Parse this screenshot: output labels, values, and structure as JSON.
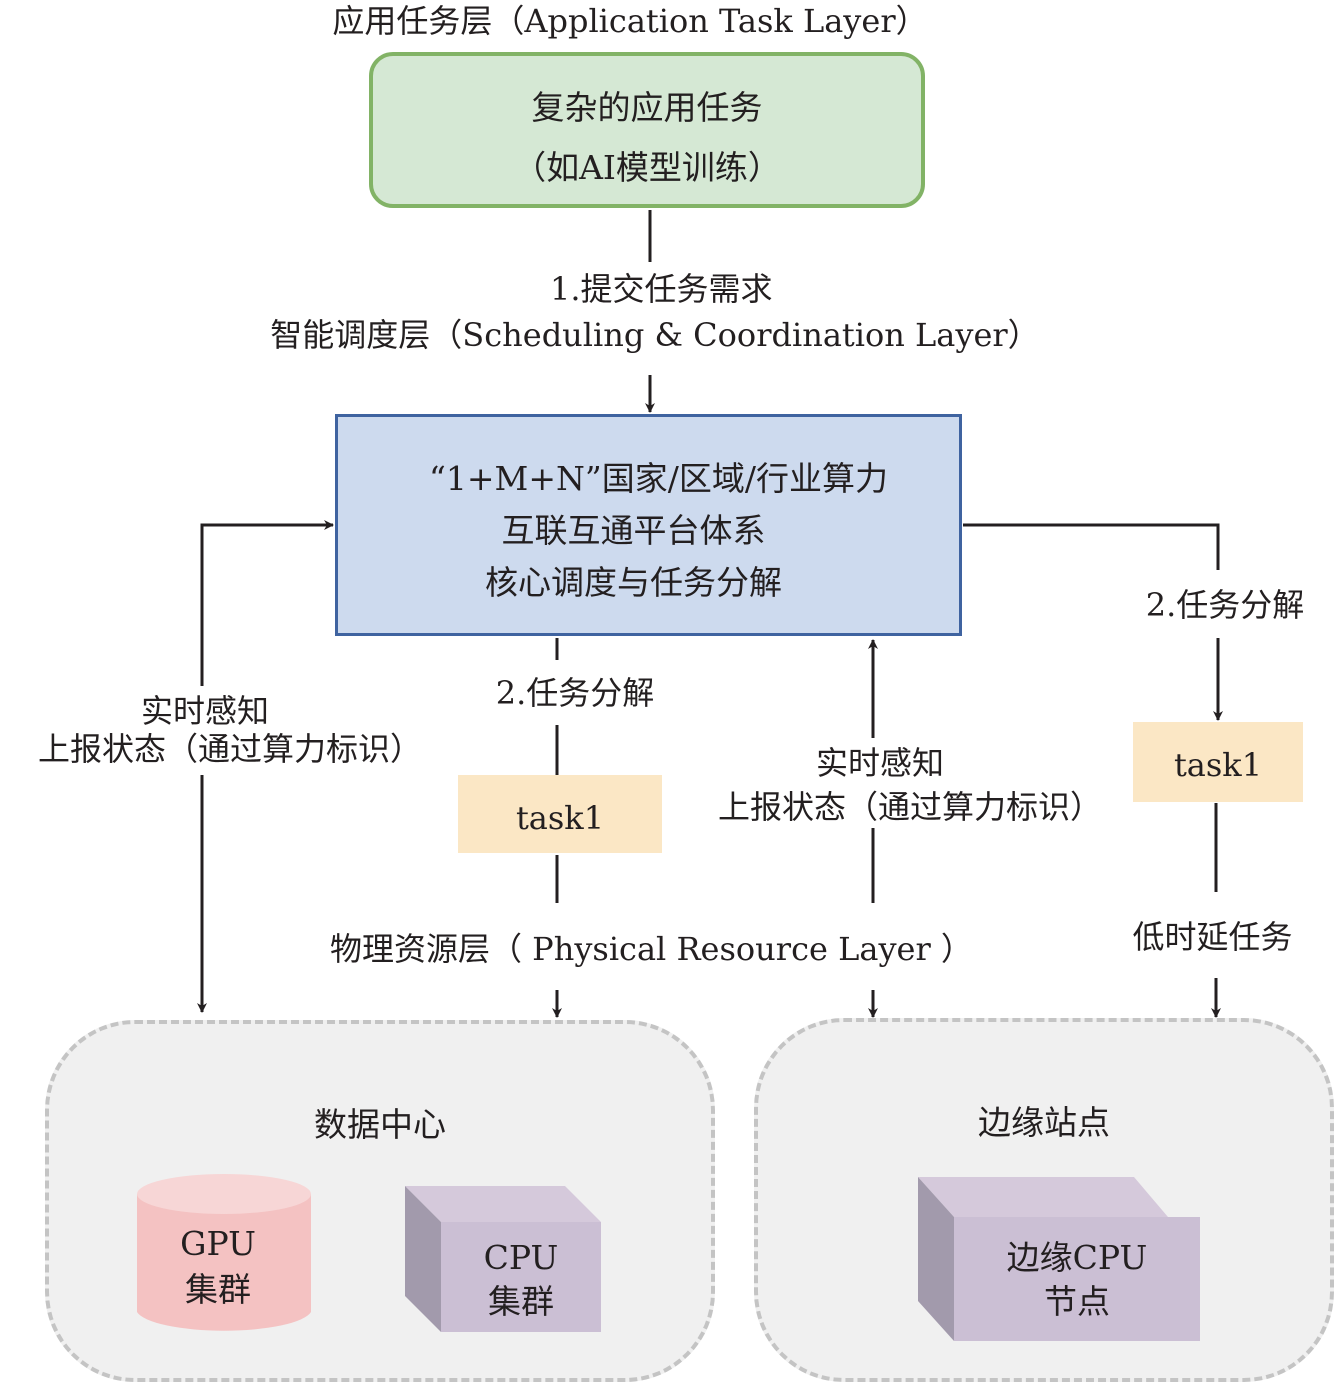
{
  "layers": {
    "application": "应用任务层（Application Task Layer）",
    "scheduling": "智能调度层（Scheduling  &  Coordination Layer）",
    "physical": "物理资源层（ Physical Resource Layer ）"
  },
  "application_box": {
    "line1": "复杂的应用任务",
    "line2": "（如AI模型训练）"
  },
  "scheduling_box": {
    "line1": "“1+M+N”国家/区域/行业算力",
    "line2": "互联互通平台体系",
    "line3": "核心调度与任务分解"
  },
  "edges": {
    "submit": "1.提交任务需求",
    "decompose_mid": "2.任务分解",
    "decompose_right": "2.任务分解",
    "report_left_line1": "实时感知",
    "report_left_line2": "上报状态（通过算力标识）",
    "report_mid_line1": "实时感知",
    "report_mid_line2": "上报状态（通过算力标识）",
    "low_latency": "低时延任务"
  },
  "tasks": {
    "mid": "task1",
    "right": "task1"
  },
  "zones": {
    "datacenter": {
      "title": "数据中心",
      "gpu_line1": "GPU",
      "gpu_line2": "集群",
      "cpu_line1": "CPU",
      "cpu_line2": "集群"
    },
    "edge": {
      "title": "边缘站点",
      "node_line1": "边缘CPU",
      "node_line2": "节点"
    }
  },
  "colors": {
    "app_fill": "#d5e8d4",
    "app_border": "#82b366",
    "sched_fill": "#cddaee",
    "sched_border": "#3f63a0",
    "task_fill": "#fbe7c5",
    "zone_fill": "#f0f0f0",
    "zone_border": "#c4c4c4",
    "gpu_fill": "#f4c2c2",
    "cpu_fill": "#cbbfd4"
  }
}
